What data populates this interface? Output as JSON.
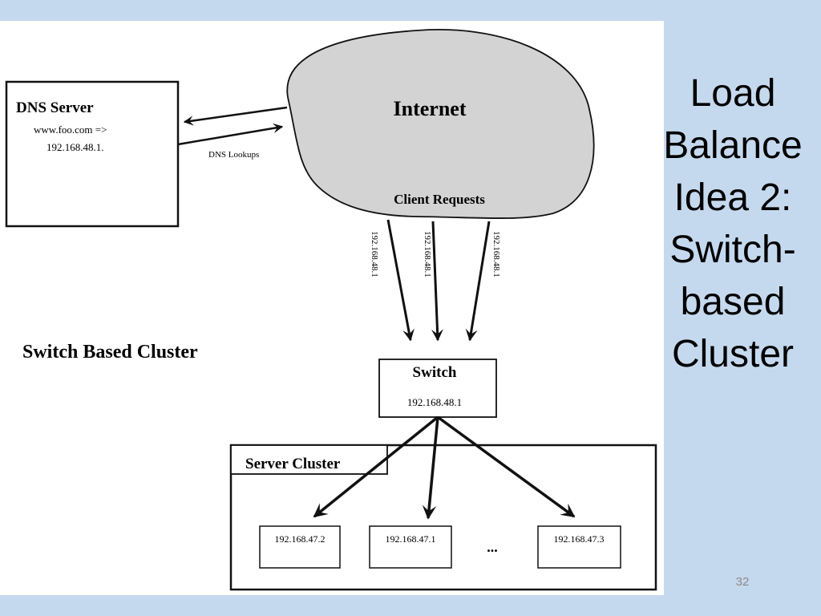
{
  "slide": {
    "title_lines": [
      "Load",
      "Balance",
      "Idea 2:",
      "Switch-",
      "based",
      "Cluster"
    ],
    "slide_number": "32",
    "background_color": "#c5d9ee"
  },
  "diagram": {
    "dns_server": {
      "title": "DNS Server",
      "line1": "www.foo.com =>",
      "line2": "192.168.48.1."
    },
    "dns_lookups_label": "DNS Lookups",
    "internet": {
      "title": "Internet",
      "client_requests": "Client Requests",
      "cloud_color": "#d3d3d3"
    },
    "request_labels": [
      "192.168.48.1",
      "192.168.48.1",
      "192.168.48.1"
    ],
    "cluster_caption": "Switch Based Cluster",
    "switch": {
      "title": "Switch",
      "ip": "192.168.48.1"
    },
    "server_cluster": {
      "title": "Server Cluster",
      "servers": [
        "192.168.47.2",
        "192.168.47.1",
        "192.168.47.3"
      ],
      "ellipsis": "..."
    }
  }
}
